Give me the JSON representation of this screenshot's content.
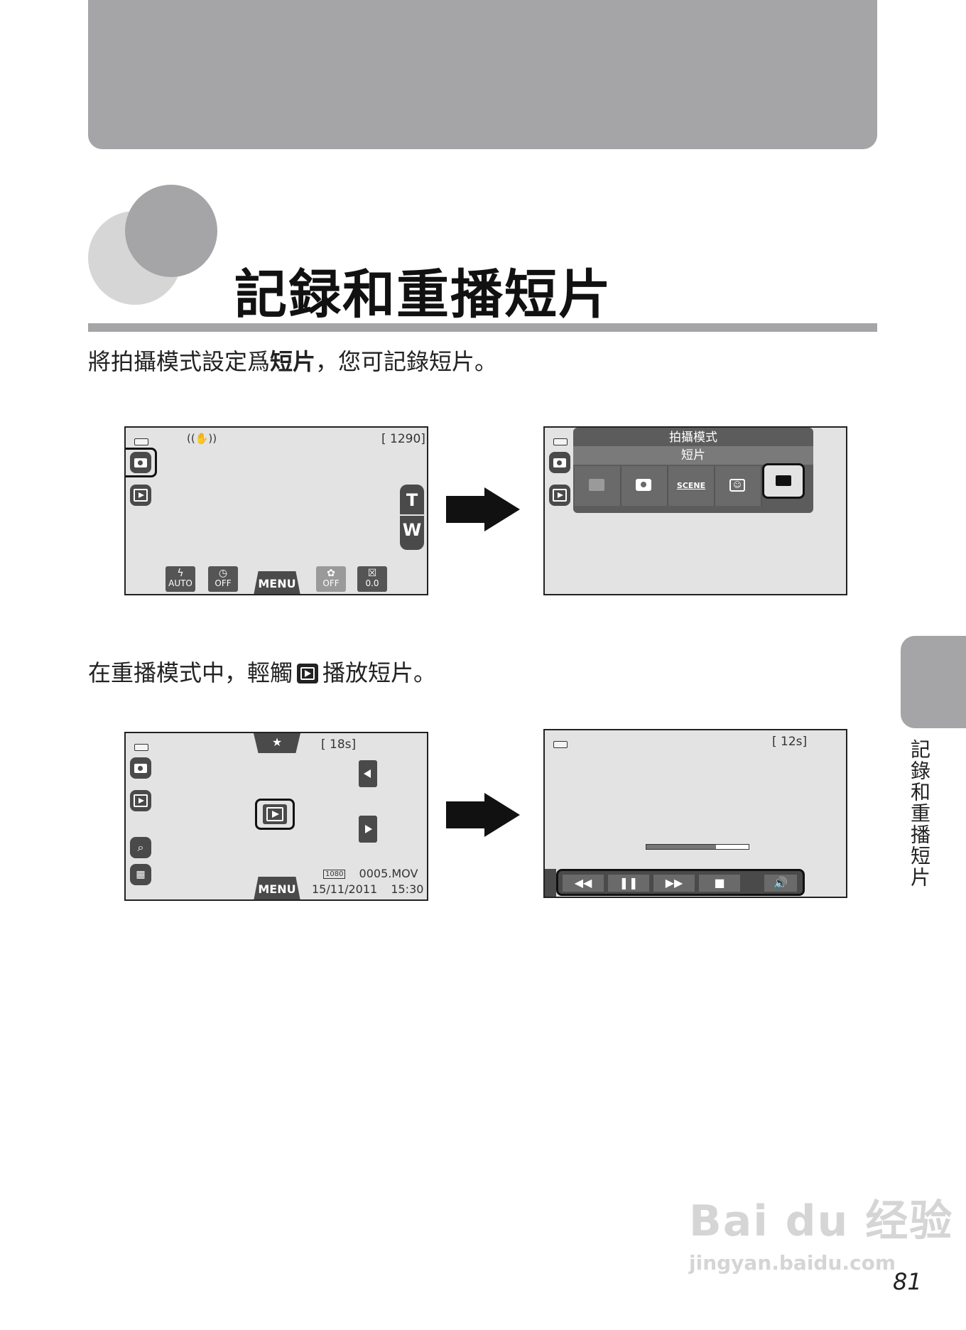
{
  "chapter": {
    "title": "記録和重播短片",
    "side_label": "記錄和重播短片",
    "page_number": "81"
  },
  "intro": {
    "part1": "將拍攝模式設定爲",
    "bold": "短片",
    "part2": "，您可記錄短片。"
  },
  "playback_note": {
    "part1": "在重播模式中，輕觸",
    "part2": "播放短片。"
  },
  "screen1": {
    "shots_remaining": "[ 1290]",
    "t_label": "T",
    "w_label": "W",
    "flash_label": "AUTO",
    "timer_label": "OFF",
    "menu_label": "MENU",
    "macro_label": "OFF",
    "exposure_label": "0.0"
  },
  "screen2": {
    "header": "拍攝模式",
    "selected_mode": "短片",
    "scene_label": "SCENE"
  },
  "screen3": {
    "duration": "[        18s]",
    "file_name": "0005.MOV",
    "resolution_tag": "1080",
    "date": "15/11/2011",
    "time": "15:30",
    "menu_label": "MENU"
  },
  "screen4": {
    "remaining_time": "[        12s]",
    "progress": 0.68
  },
  "watermark": {
    "brand": "Bai du 经验",
    "url": "jingyan.baidu.com"
  }
}
